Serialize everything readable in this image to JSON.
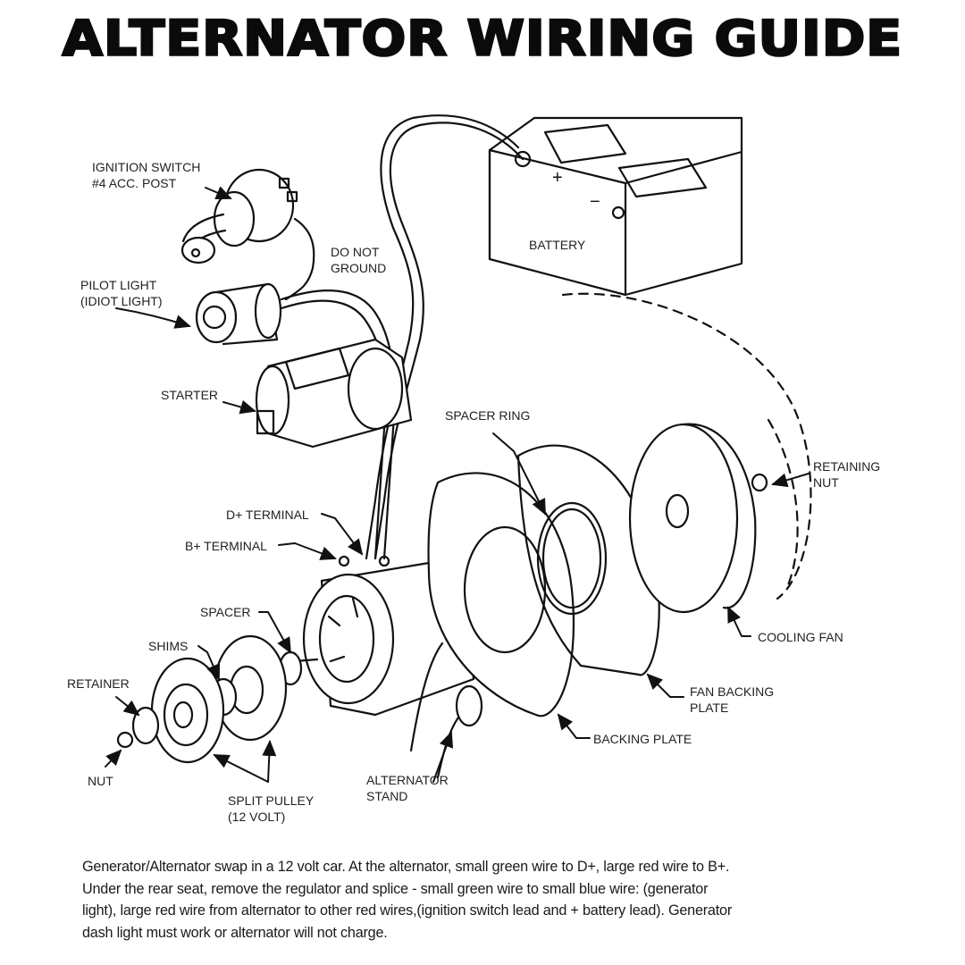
{
  "title": "ALTERNATOR WIRING GUIDE",
  "labels": {
    "ignition_switch": [
      "IGNITION SWITCH",
      "#4 ACC. POST"
    ],
    "do_not_ground": [
      "DO NOT",
      "GROUND"
    ],
    "pilot_light": [
      "PILOT LIGHT",
      "(IDIOT LIGHT)"
    ],
    "battery": "BATTERY",
    "starter": "STARTER",
    "spacer_ring": "SPACER RING",
    "retaining_nut": [
      "RETAINING",
      "NUT"
    ],
    "d_plus_terminal": "D+ TERMINAL",
    "b_plus_terminal": "B+ TERMINAL",
    "spacer": "SPACER",
    "shims": "SHIMS",
    "retainer": "RETAINER",
    "nut": "NUT",
    "split_pulley": [
      "SPLIT PULLEY",
      "(12 VOLT)"
    ],
    "alternator_stand": [
      "ALTERNATOR",
      "STAND"
    ],
    "cooling_fan": "COOLING FAN",
    "fan_backing_plate": [
      "FAN BACKING",
      "PLATE"
    ],
    "backing_plate": "BACKING PLATE"
  },
  "battery_symbols": {
    "plus": "+",
    "minus": "−"
  },
  "caption": [
    "Generator/Alternator swap in a 12 volt car. At the alternator, small green wire to D+, large red wire to B+.",
    "Under the rear seat, remove the regulator and splice - small green wire to small blue wire: (generator",
    "light), large red wire from alternator to other red wires,(ignition switch lead and + battery lead). Generator",
    "dash light must work or alternator will not charge."
  ]
}
